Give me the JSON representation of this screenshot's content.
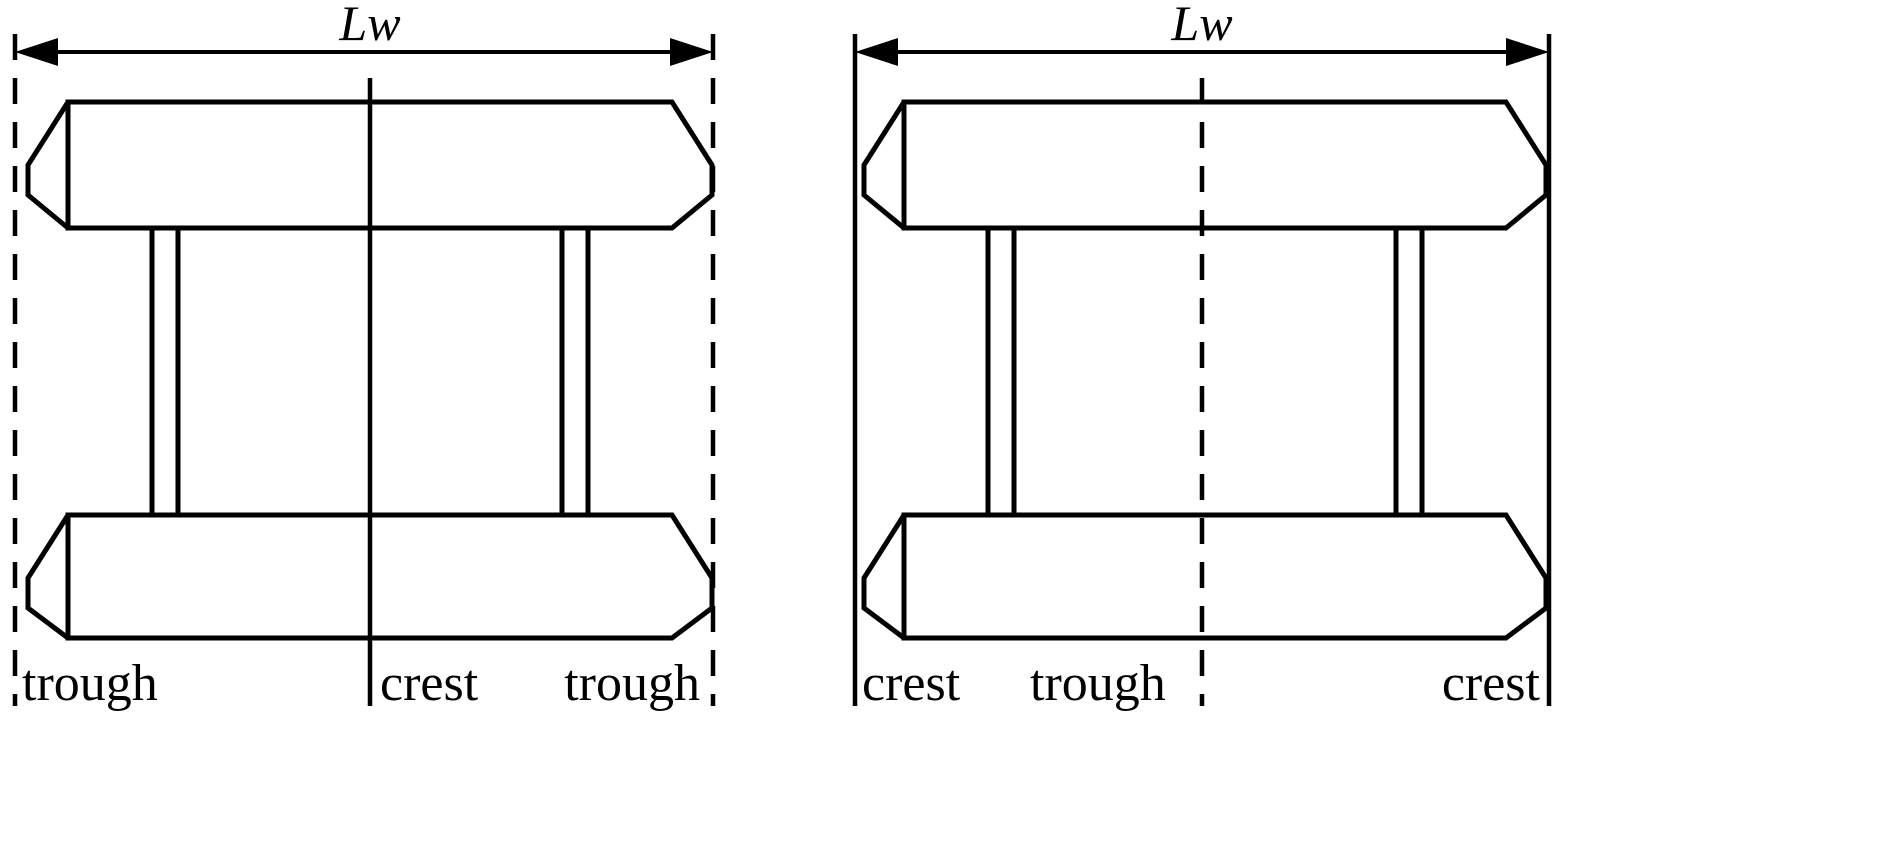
{
  "figure": {
    "title": "",
    "type": "engineering-cross-section-diagram",
    "description": "Two corrugated-web girder cross sections showing crest and trough positions relative to the wave length Lw",
    "background_color": "#ffffff",
    "line_color": "#000000"
  },
  "panels": [
    {
      "id": "left",
      "dimension_label": "Lw",
      "centerline_style": "solid",
      "boundary_style": "dashed",
      "bottom_labels": [
        {
          "text": "trough",
          "position": "left"
        },
        {
          "text": "crest",
          "position": "center"
        },
        {
          "text": "trough",
          "position": "right"
        }
      ]
    },
    {
      "id": "right",
      "dimension_label": "Lw",
      "centerline_style": "dashed",
      "boundary_style": "solid",
      "bottom_labels": [
        {
          "text": "crest",
          "position": "left"
        },
        {
          "text": "trough",
          "position": "center"
        },
        {
          "text": "crest",
          "position": "right"
        }
      ]
    }
  ]
}
